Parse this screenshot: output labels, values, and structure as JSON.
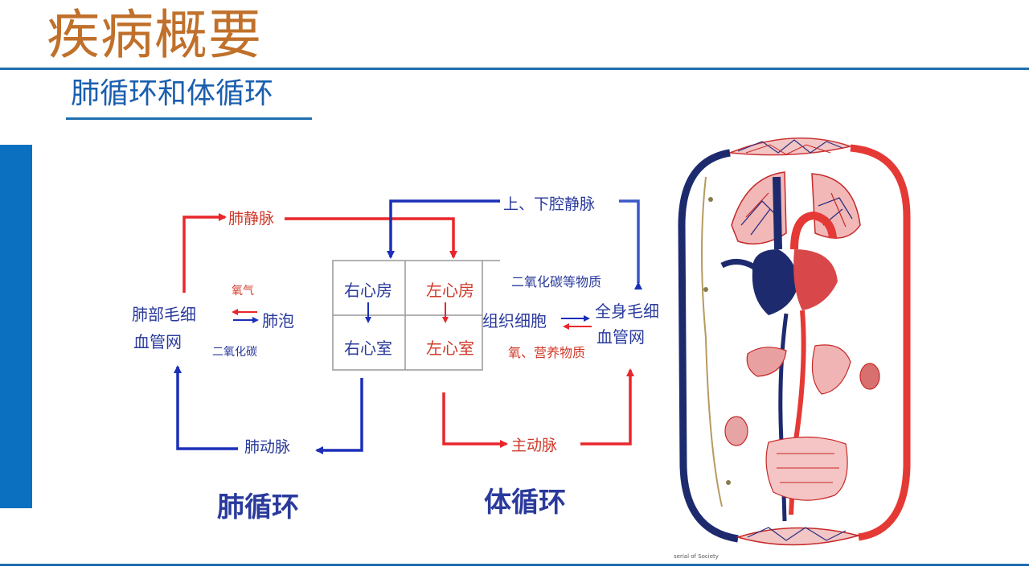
{
  "header": {
    "title": "疾病概要",
    "subtitle": "肺循环和体循环"
  },
  "diagram": {
    "chambers": {
      "right_atrium": "右心房",
      "left_atrium": "左心房",
      "right_ventricle": "右心室",
      "left_ventricle": "左心室"
    },
    "pulmonary_vein": "肺静脉",
    "pulmonary_artery": "肺动脉",
    "venae_cavae": "上、下腔静脉",
    "aorta": "主动脉",
    "lung_capillaries": [
      "肺部毛细",
      "血管网"
    ],
    "body_capillaries": [
      "全身毛细",
      "血管网"
    ],
    "tissue_cells": "组织细胞",
    "alveoli": "肺泡",
    "oxygen": "氧气",
    "carbon_dioxide": "二氧化碳",
    "co2_etc": "二氧化碳等物质",
    "oxygen_nutrients": "氧、营养物质",
    "pulmonary_circulation": "肺循环",
    "systemic_circulation": "体循环"
  },
  "anatomy": {
    "credit": "serial of Society"
  },
  "colors": {
    "title": "#c0702a",
    "accent_blue": "#1f6fb0",
    "side_bar": "#0a70bf",
    "arterial": "#e8262b",
    "venous": "#1b2fb8",
    "label_blue": "#2a3a9c",
    "label_red": "#d03a2a"
  }
}
